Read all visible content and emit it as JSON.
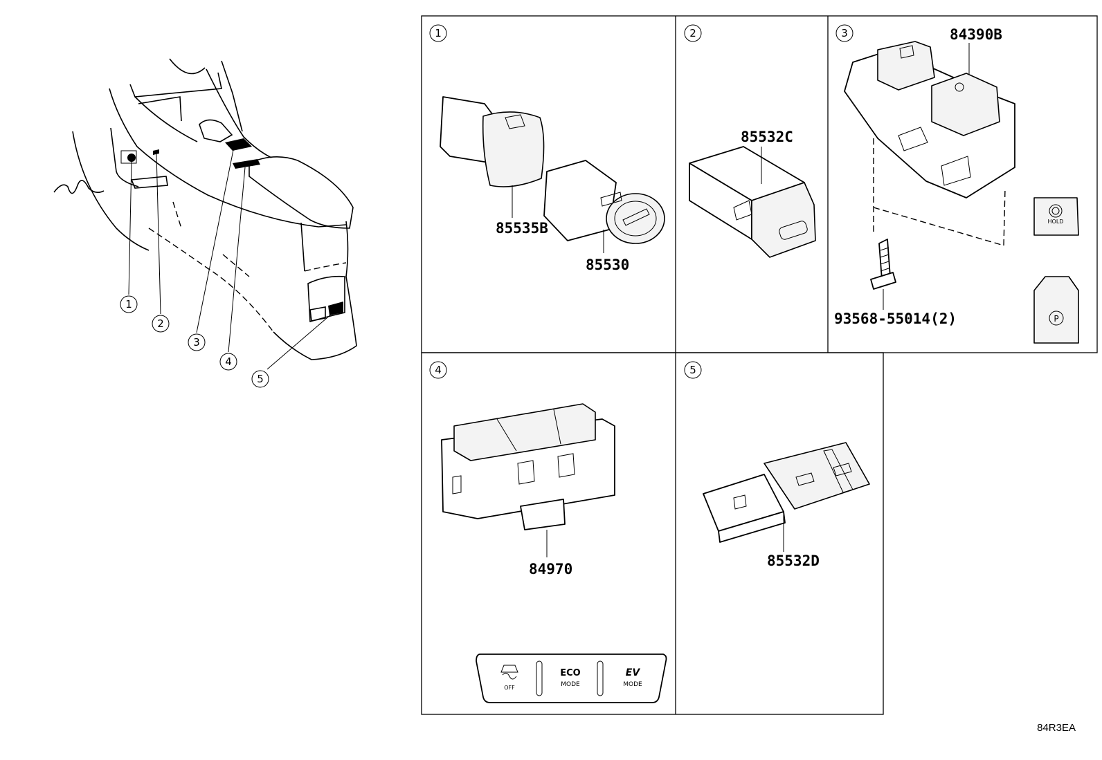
{
  "diagram_id": "84R3EA",
  "overview": {
    "callouts": [
      "1",
      "2",
      "3",
      "4",
      "5"
    ]
  },
  "panels": [
    {
      "number": "1",
      "parts": [
        "85535B",
        "85530"
      ]
    },
    {
      "number": "2",
      "parts": [
        "85532C"
      ]
    },
    {
      "number": "3",
      "parts": [
        "84390B",
        "93568-55014(2)"
      ]
    },
    {
      "number": "4",
      "parts": [
        "84970"
      ]
    },
    {
      "number": "5",
      "parts": [
        "85532D"
      ]
    }
  ],
  "switch_labels": {
    "hold": "HOLD",
    "parking": "P",
    "traction_off": "OFF",
    "eco_line1": "ECO",
    "eco_line2": "MODE",
    "ev_line1": "EV",
    "ev_line2": "MODE"
  }
}
